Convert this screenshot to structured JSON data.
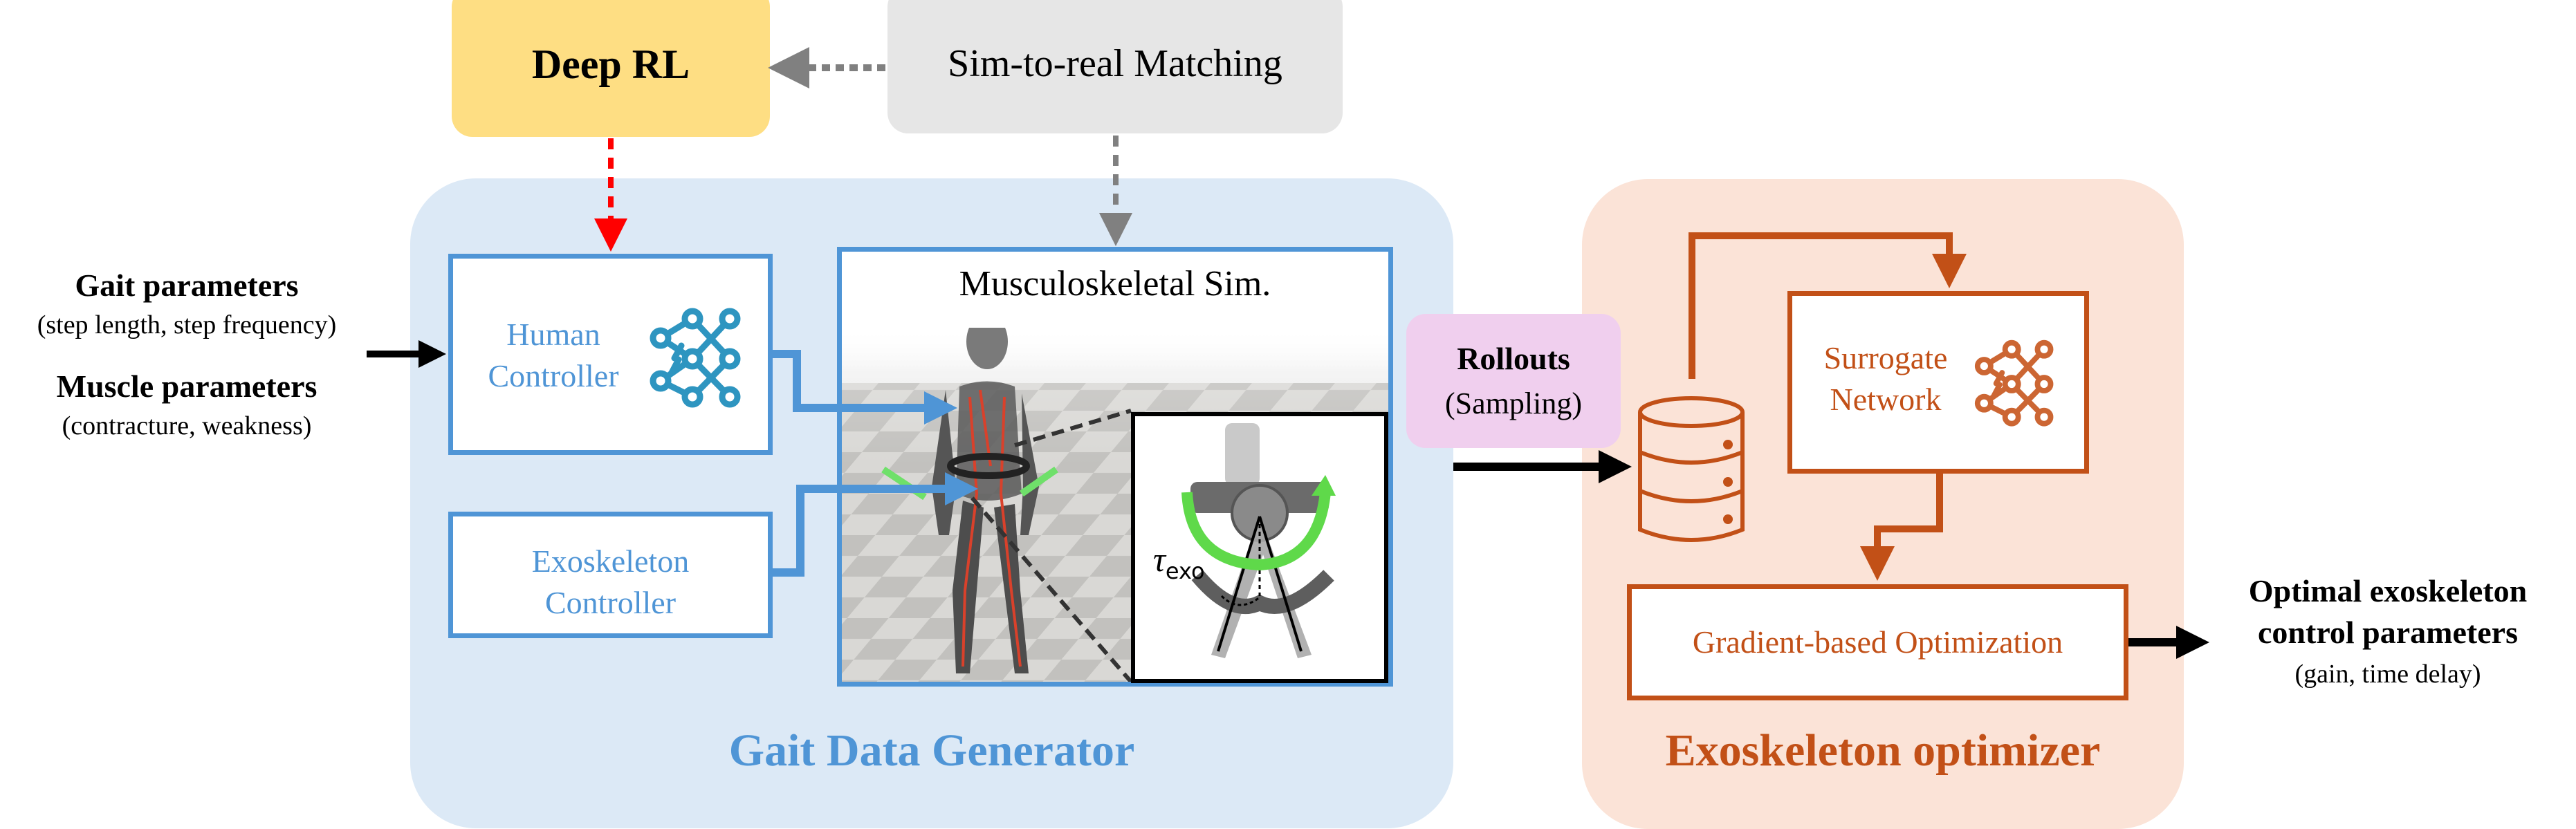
{
  "inputs": {
    "gait_title": "Gait parameters",
    "gait_sub": "(step length, step frequency)",
    "muscle_title": "Muscle parameters",
    "muscle_sub": "(contracture, weakness)"
  },
  "top": {
    "deep_rl": "Deep RL",
    "sim_to_real": "Sim-to-real Matching"
  },
  "gait_generator": {
    "label": "Gait Data Generator",
    "human_controller": [
      "Human",
      "Controller"
    ],
    "exo_controller": [
      "Exoskeleton",
      "Controller"
    ],
    "sim_title": "Musculoskeletal Sim.",
    "torque_symbol": "τ",
    "torque_subscript": "exo"
  },
  "rollouts": {
    "title": "Rollouts",
    "sub": "(Sampling)"
  },
  "optimizer": {
    "label": "Exoskeleton optimizer",
    "surrogate": [
      "Surrogate",
      "Network"
    ],
    "gradient": "Gradient-based Optimization"
  },
  "output": {
    "title_line1": "Optimal exoskeleton",
    "title_line2": "control parameters",
    "sub": "(gain, time delay)"
  },
  "colors": {
    "blue_accent": "#4f95d6",
    "nn_icon_blue": "#2e95c0",
    "orange_accent": "#c25017",
    "nn_icon_orange": "#cc6633",
    "deep_rl_fill": "#fede83",
    "sim2real_fill": "#e6e6e6",
    "rollouts_fill": "#f0cfee",
    "blue_panel": "#dce9f6",
    "orange_panel": "#fbe3d7",
    "rl_arrow": "#ff0000",
    "sim2real_arrow": "#808080",
    "torque_arrow": "#5fd94a"
  }
}
